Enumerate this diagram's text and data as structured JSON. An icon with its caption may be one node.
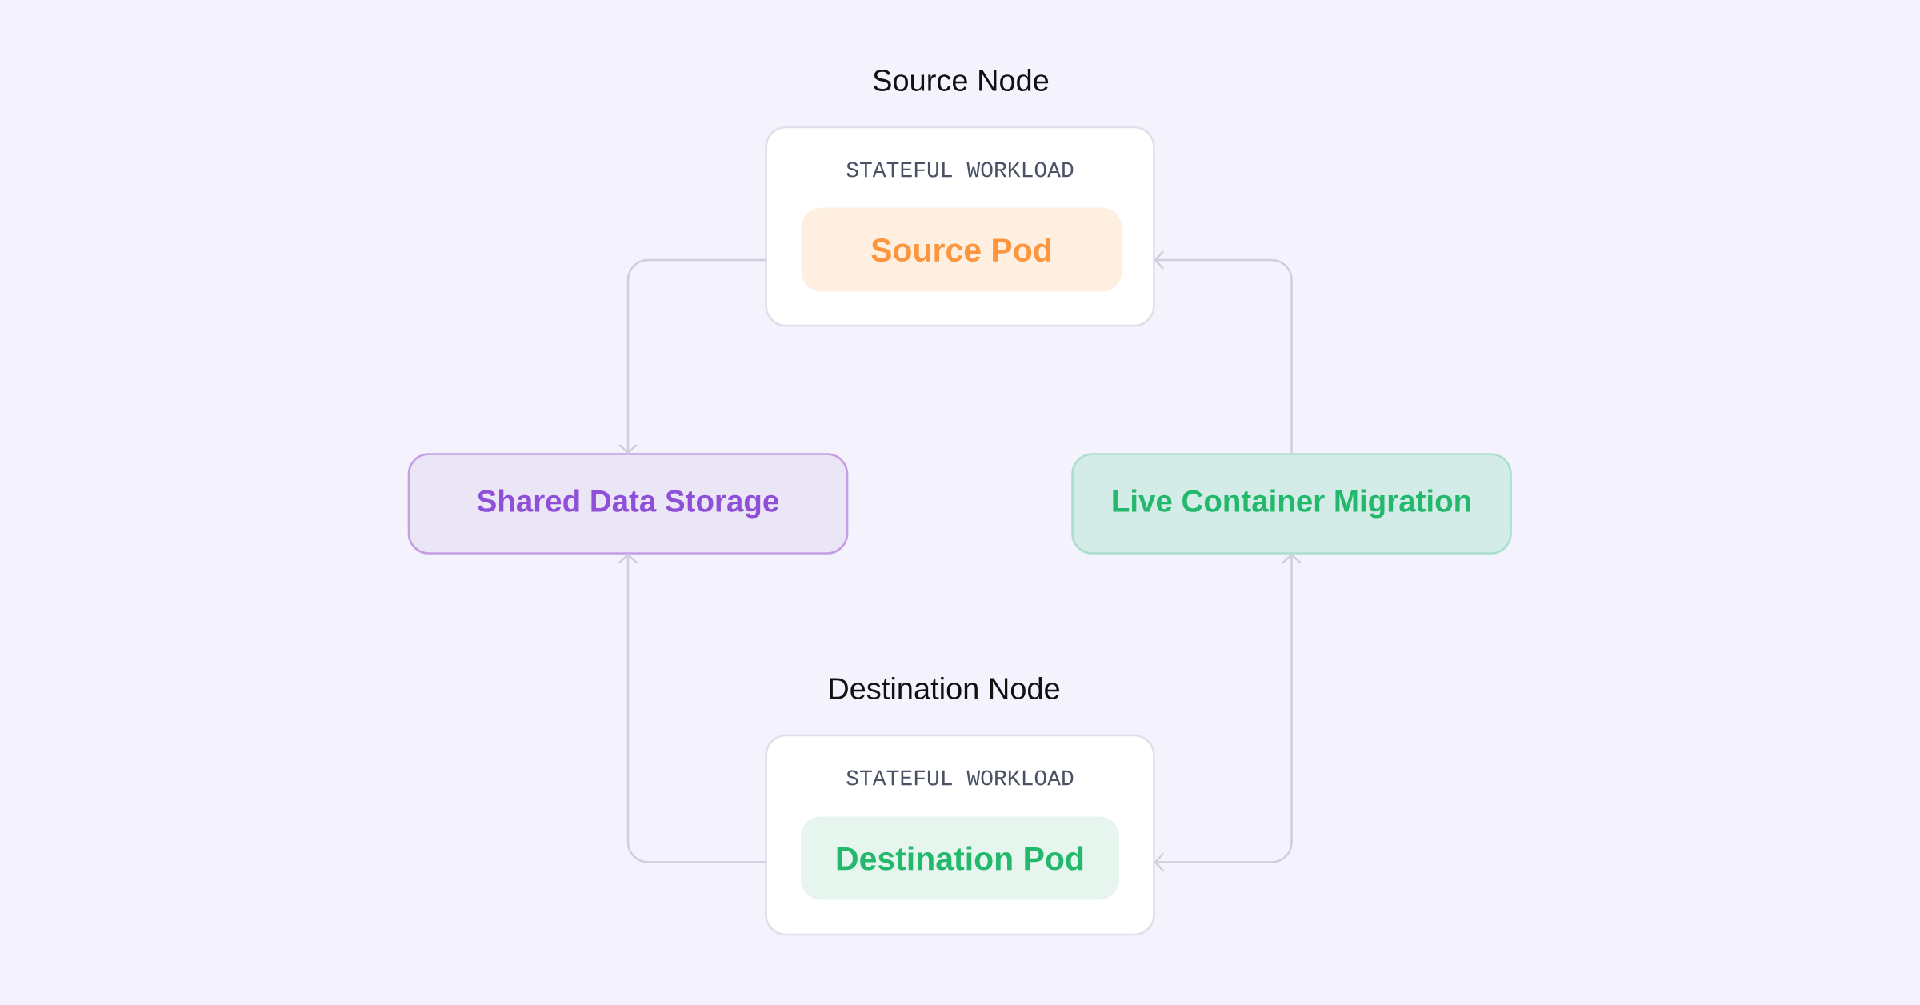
{
  "diagram": {
    "nodes": [
      {
        "text": [
          "Source Node",
          "STATEFUL WORKLOAD"
        ]
      },
      {
        "text": [
          "Source Pod"
        ],
        "in": 0
      },
      {
        "text": [
          "Shared Data Storage"
        ]
      },
      {
        "text": [
          "Live Container Migration"
        ]
      },
      {
        "text": [
          "Destination Node",
          "STATEFUL WORKLOAD"
        ]
      },
      {
        "text": [
          "Destination Pod"
        ],
        "in": 4
      }
    ],
    "edges": [
      {
        "from": 0,
        "to": 2,
        "arrow": "to"
      },
      {
        "from": 3,
        "to": 0,
        "arrow": "to"
      },
      {
        "from": 4,
        "to": 2,
        "arrow": "to"
      },
      {
        "from": 3,
        "to": 4,
        "arrow": "both"
      }
    ]
  }
}
